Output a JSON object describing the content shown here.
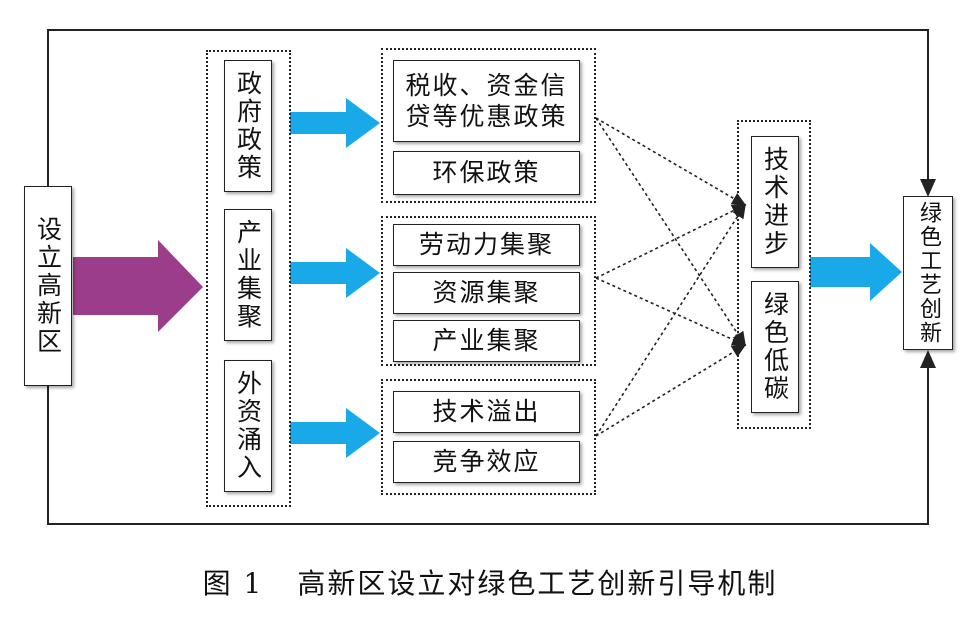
{
  "nodes": {
    "hightech_zone": "设立高新区",
    "gov_policy": "政府政策",
    "industry_cluster": "产业集聚",
    "fdi_inflow": "外资涌入",
    "tax_finance": "税收、资金信贷等优惠政策",
    "env_policy": "环保政策",
    "labor_cluster": "劳动力集聚",
    "resource_cluster": "资源集聚",
    "industry_cluster_2": "产业集聚",
    "tech_spillover": "技术溢出",
    "competition_effect": "竞争效应",
    "tech_progress": "技术进步",
    "green_lowcarbon": "绿色低碳",
    "green_innovation": "绿色工艺创新"
  },
  "caption": {
    "figure_number": "图 1",
    "title": "高新区设立对绿色工艺创新引导机制"
  },
  "colors": {
    "purple_arrow": "#9b3d8a",
    "blue_arrow": "#1aa9e8",
    "line": "#222222"
  }
}
